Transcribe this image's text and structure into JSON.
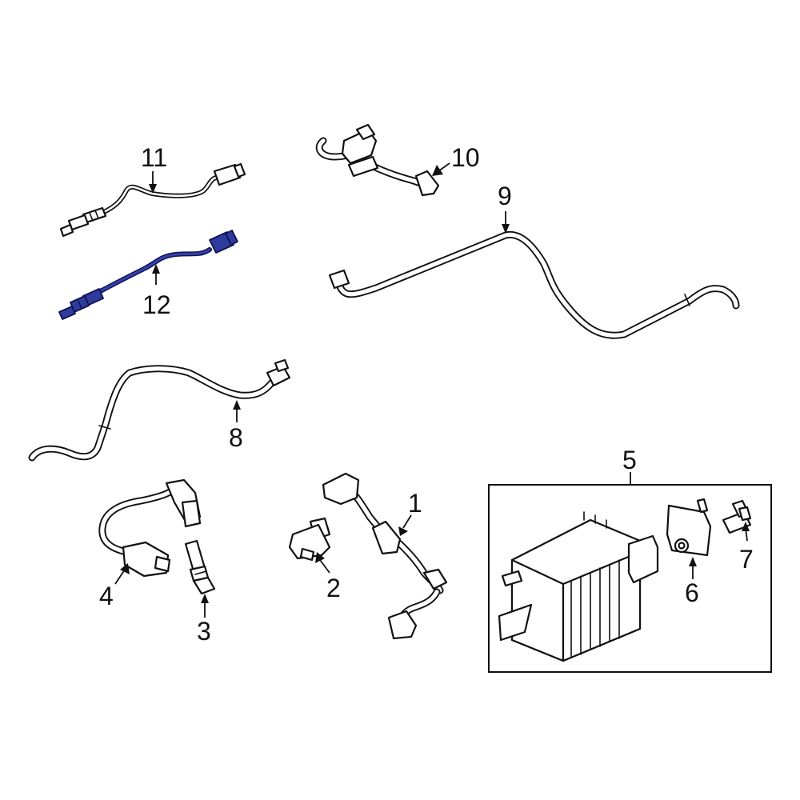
{
  "diagram": {
    "callouts": {
      "c1": "1",
      "c2": "2",
      "c3": "3",
      "c4": "4",
      "c5": "5",
      "c6": "6",
      "c7": "7",
      "c8": "8",
      "c9": "9",
      "c10": "10",
      "c11": "11",
      "c12": "12"
    },
    "colors": {
      "highlight": "#2f3b9c",
      "line": "#111111",
      "background": "#ffffff"
    },
    "highlighted_part": "12"
  }
}
